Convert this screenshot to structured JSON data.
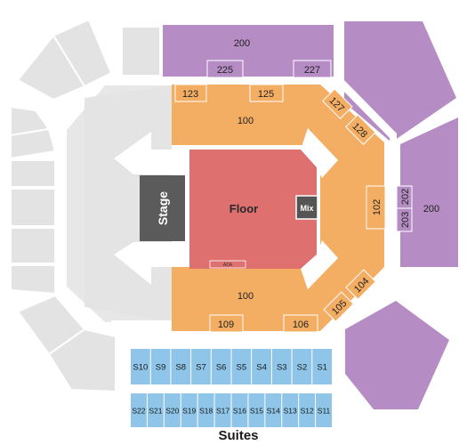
{
  "colors": {
    "grey": "#e1e1e1",
    "grey_light": "#ececec",
    "grey_stroke": "#ffffff",
    "purple": "#b58cc4",
    "orange": "#f4ae64",
    "floor": "#de7070",
    "stage": "#5b5b5b",
    "mix": "#555555",
    "suite": "#8ec5e8",
    "white": "#ffffff"
  },
  "sections": {
    "upper_200_top": "200",
    "upper_225": "225",
    "upper_227": "227",
    "upper_200_right": "200",
    "lower_100_top": "100",
    "lower_123": "123",
    "lower_125": "125",
    "lower_127": "127",
    "lower_128": "128",
    "lower_102": "102",
    "upper_202": "202",
    "upper_203": "203",
    "lower_100_bottom": "100",
    "lower_109": "109",
    "lower_106": "106",
    "lower_105": "105",
    "lower_104": "104"
  },
  "stage_label": "Stage",
  "floor_label": "Floor",
  "mix_label": "Mix",
  "ada_label": "ADA",
  "suites_label": "Suites",
  "suites_row1": [
    "S10",
    "S9",
    "S8",
    "S7",
    "S6",
    "S5",
    "S4",
    "S3",
    "S2",
    "S1"
  ],
  "suites_row2": [
    "S22",
    "S21",
    "S20",
    "S19",
    "S18",
    "S17",
    "S16",
    "S15",
    "S14",
    "S13",
    "S12",
    "S11"
  ]
}
